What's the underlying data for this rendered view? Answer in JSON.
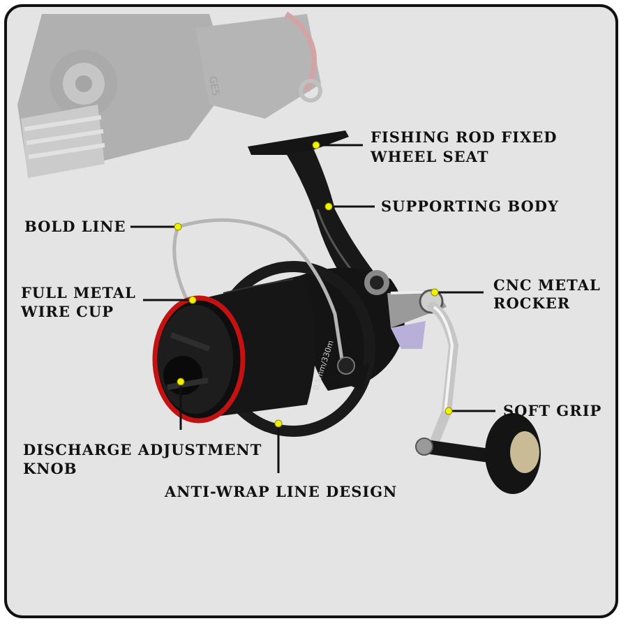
{
  "background_color": "#e4e4e4",
  "accent_colors": {
    "callout_dot": "#f2f200",
    "spool_trim": "#cc1111",
    "reel_body": "#111111",
    "handle": "#bfbfbf"
  },
  "ghost_reel": {
    "model_text": "GE5"
  },
  "spool": {
    "line_spec_text": "0.5mm/330m"
  },
  "labels": {
    "rod_seat_1": "FISHING ROD FIXED",
    "rod_seat_2": "WHEEL SEAT",
    "supporting_body": "SUPPORTING BODY",
    "bold_line": "BOLD LINE",
    "wire_cup_1": "FULL METAL",
    "wire_cup_2": "WIRE CUP",
    "cnc_rocker_1": "CNC METAL",
    "cnc_rocker_2": "ROCKER",
    "soft_grip": "SOFT GRIP",
    "discharge_1": "DISCHARGE ADJUSTMENT",
    "discharge_2": "KNOB",
    "anti_wrap": "ANTI-WRAP LINE DESIGN"
  }
}
